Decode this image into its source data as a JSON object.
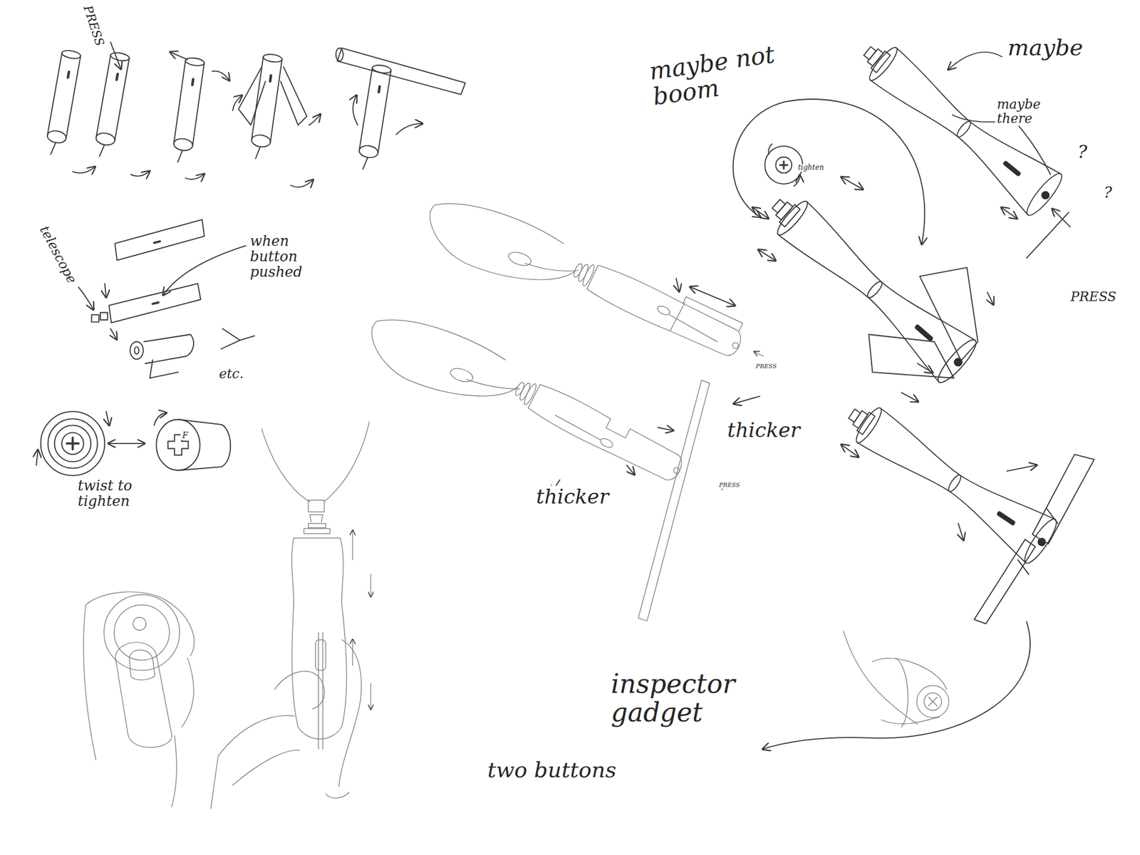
{
  "diagram": {
    "labels": [
      "PRESS",
      "telescope",
      "when button pushed",
      "etc.",
      "F",
      "twist to tighten",
      "maybe not boom",
      "tighten",
      "maybe",
      "maybe there",
      "?",
      "?",
      "PRESS",
      "PRESS",
      "thicker",
      "PRESS",
      "thicker",
      "inspector gadget",
      "two buttons"
    ]
  }
}
